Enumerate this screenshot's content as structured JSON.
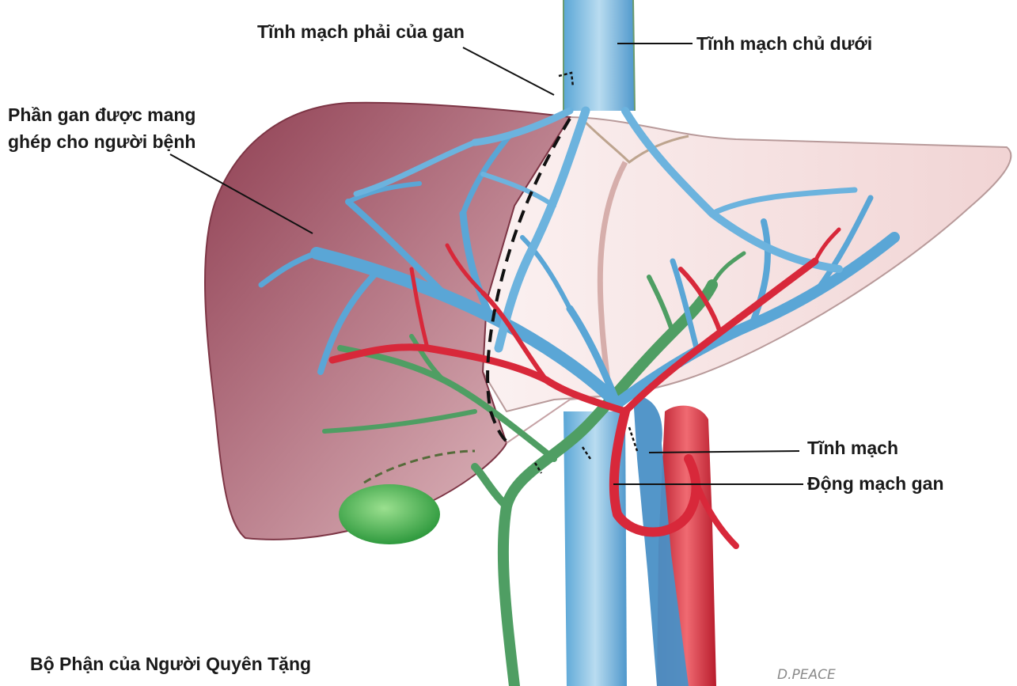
{
  "labels": {
    "right_hepatic_vein": "Tĩnh mạch phải của gan",
    "inferior_vena_cava": "Tĩnh mạch chủ dưới",
    "graft_line1": "Phần gan được mang",
    "graft_line2": "ghép cho người bệnh",
    "portal_vein": "Tĩnh mạch",
    "hepatic_artery": "Động mạch gan",
    "donor_title": "Bộ Phận của Người Quyên Tặng"
  },
  "signature": "D.PEACE",
  "colors": {
    "vein_blue": "#5aa6d6",
    "vein_light": "#b9dcf0",
    "artery_red": "#d8283a",
    "bile_green": "#4f9e63",
    "graft_lobe": "#a9606e",
    "remnant_lobe": "#f4dcdc",
    "gallbladder": "#3fb04d"
  }
}
